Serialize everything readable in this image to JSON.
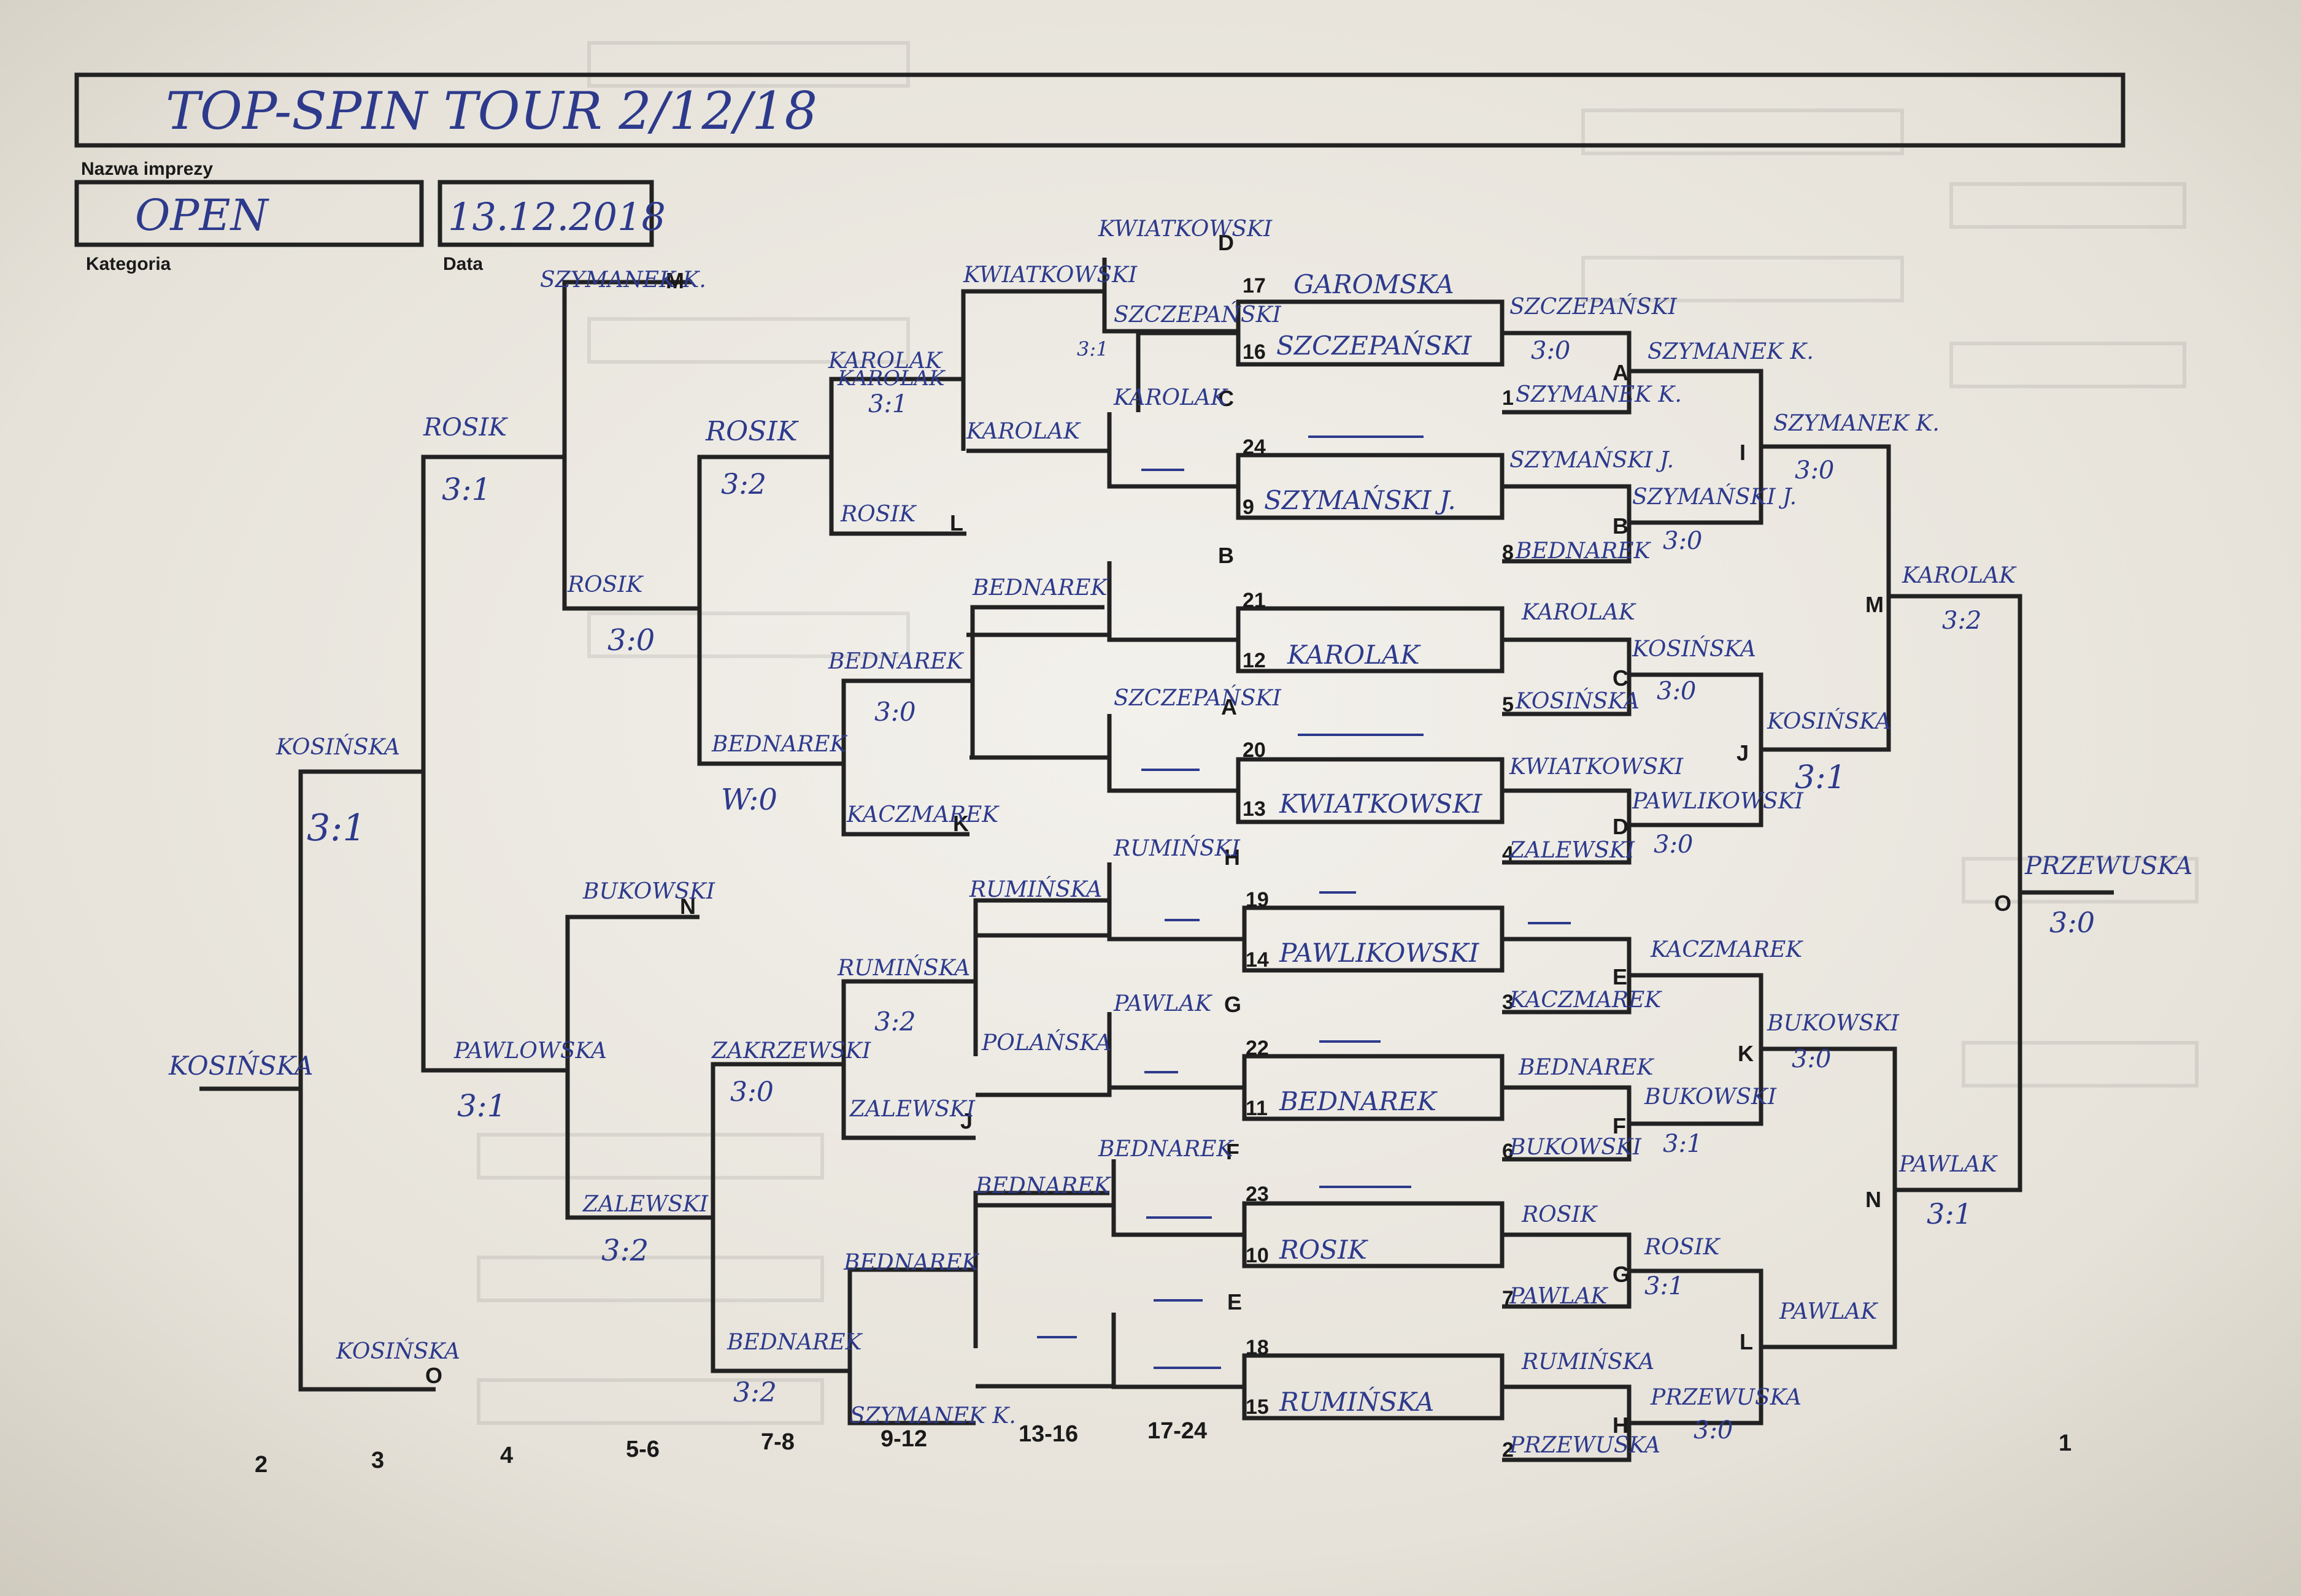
{
  "header": {
    "event_title": "TOP-SPIN TOUR 2/12/18",
    "event_label": "Nazwa imprezy",
    "category_value": "OPEN",
    "category_label": "Kategoria",
    "date_value": "13.12.2018",
    "date_label": "Data"
  },
  "letters": {
    "M_top": "M",
    "L": "L",
    "K_up": "K",
    "N_left": "N",
    "J_left": "J",
    "O_bottom": "O",
    "D_top": "D",
    "C_top": "C",
    "B_mid": "B",
    "A_mid": "A",
    "H": "H",
    "G_mid": "G",
    "F_mid": "F",
    "E_mid": "E",
    "A_r": "A",
    "B_r": "B",
    "C_r": "C",
    "D_r": "D",
    "E_r": "E",
    "F_r": "F",
    "G_r": "G",
    "H_r": "H",
    "I": "I",
    "J_r": "J",
    "K_r": "K",
    "L_r": "L",
    "M_r": "M",
    "N_r": "N",
    "O_r": "O"
  },
  "seeds": [
    "17",
    "16",
    "1",
    "24",
    "9",
    "8",
    "21",
    "12",
    "5",
    "20",
    "13",
    "4",
    "19",
    "14",
    "3",
    "22",
    "11",
    "6",
    "23",
    "10",
    "7",
    "18",
    "15",
    "2"
  ],
  "slots": {
    "s17": "GAROMSKA",
    "s16": "SZCZEPAŃSKI",
    "s9": "SZYMAŃSKI J.",
    "s12": "KAROLAK",
    "s13": "KWIATKOWSKI",
    "s14": "PAWLIKOWSKI",
    "s11": "BEDNAREK",
    "s10": "ROSIK",
    "s15": "RUMIŃSKA"
  },
  "names": {
    "kwiatkowski_top": "KWIATKOWSKI",
    "szczepanski_box": "SZCZEPAŃSKI",
    "karolak_c": "KAROLAK",
    "r1_score_d": "3:1",
    "szczepanski_r": "SZCZEPAŃSKI",
    "score_a_r": "3:0",
    "szymanek_1": "SZYMANEK K.",
    "szymanski_b": "SZYMAŃSKI J.",
    "szymanski_b2": "SZYMAŃSKI J.",
    "score_b_r": "3:0",
    "bednarek_8": "BEDNAREK",
    "szymanek_i": "SZYMANEK K.",
    "szymanek_i2": "SZYMANEK K.",
    "score_i": "3:0",
    "karolak_r": "KAROLAK",
    "kosinska_c": "KOSIŃSKA",
    "score_c_r": "3:0",
    "kosinska_5": "KOSIŃSKA",
    "kwiatkowski_r": "KWIATKOWSKI",
    "paluch_d": "PAWLIKOWSKI",
    "score_d_r": "3:0",
    "zalewski_4": "ZALEWSKI",
    "kosinska_j": "KOSIŃSKA",
    "score_j": "3:1",
    "karolak_m": "KAROLAK",
    "score_m": "3:2",
    "kwiatkowski_l1": "KWIATKOWSKI",
    "szczepanski_l1": "SZCZEPAŃSKI",
    "karolak_l1": "KAROLAK",
    "karolak_l2": "KAROLAK",
    "karolak_l3": "KAROLAK",
    "score_l3": "3:1",
    "rosik_l": "ROSIK",
    "rosik_q": "ROSIK",
    "score_q": "3:2",
    "szymanek_m": "SZYMANEK K.",
    "rosik_s": "ROSIK",
    "score_s": "3:1",
    "rosik_s2": "ROSIK",
    "score_s2": "3:0",
    "bednarek_b": "BEDNAREK",
    "szczepanski_a": "SZCZEPAŃSKI",
    "bednarek_q2": "BEDNAREK",
    "score_q2": "3:0",
    "bednarek_s2": "BEDNAREK",
    "score_s2b": "W:0",
    "kaczmarek_k": "KACZMAREK",
    "kosinska_sf": "KOSIŃSKA",
    "score_sf": "3:1",
    "kosinska_f": "KOSIŃSKA",
    "bukowski_n": "BUKOWSKI",
    "rumiński_h": "RUMIŃSKI",
    "ruminska_h2": "RUMIŃSKA",
    "ruminska_q3": "RUMIŃSKA",
    "score_q3": "3:2",
    "pawlak_g": "PAWLAK",
    "pawlak_g2": "POLAŃSKA",
    "zalewski_j": "ZALEWSKI",
    "zakrzewski": "ZAKRZEWSKI",
    "score_zak": "3:0",
    "pawlowska_s3": "PAWLOWSKA",
    "score_s3": "3:1",
    "zalewski_sf2": "ZALEWSKI",
    "score_sf2": "3:2",
    "bednarek_f": "BEDNAREK",
    "bednarek_f2": "BEDNAREK",
    "bednarek_q4": "BEDNAREK",
    "bednarek_s4": "BEDNAREK",
    "score_s4": "3:2",
    "szymanek_o": "SZYMANEK K.",
    "kaczmarek_e": "KACZMAREK",
    "kaczmarek_3": "KACZMAREK",
    "bednarek_r": "BEDNAREK",
    "bukowski_f": "BUKOWSKI",
    "bukowski_6": "BUKOWSKI",
    "score_f_r": "3:1",
    "bukowski_k": "BUKOWSKI",
    "score_k": "3:0",
    "rosik_r": "ROSIK",
    "rosik_g": "ROSIK",
    "score_g_r": "3:1",
    "pawlak_7": "PAWLAK",
    "ruminska_r": "RUMIŃSKA",
    "przewuska_h": "PRZEWUSKA",
    "score_h_r": "3:0",
    "przewuska_2": "PRZEWUSKA",
    "pawlak_l": "PAWLAK",
    "pawlak_n": "PAWLAK",
    "score_n": "3:1",
    "winner_name": "PRZEWUSKA",
    "score_final": "3:0"
  },
  "footer": {
    "p1": "1",
    "p2": "2",
    "p3": "3",
    "p4": "4",
    "p56": "5-6",
    "p78": "7-8",
    "p912": "9-12",
    "p1316": "13-16",
    "p1724": "17-24"
  }
}
